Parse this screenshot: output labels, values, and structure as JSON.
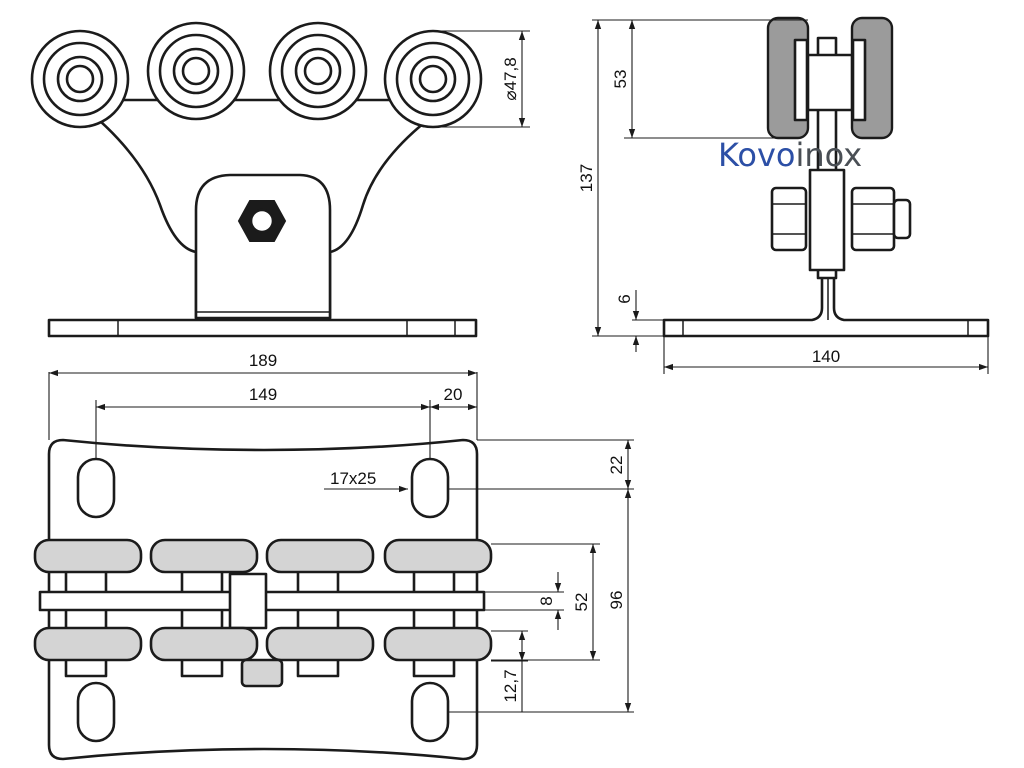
{
  "brand": {
    "part1": "Kovo",
    "part2": "inox",
    "colors": {
      "part1": "#2c4fa6",
      "part2": "#4a4f55"
    }
  },
  "dimensions": {
    "wheel_diameter": "⌀47,8",
    "wheel_height": "53",
    "total_height": "137",
    "plate_thickness": "6",
    "side_plate_width": "140",
    "plate_length": "189",
    "hole_spacing": "149",
    "hole_edge_offset": "20",
    "hole_size": "17x25",
    "hole_edge_offset_y": "22",
    "plate_width": "96",
    "wheel_track": "52",
    "rail_gap": "8",
    "wheel_width": "12,7"
  },
  "colors": {
    "line": "#1b1b1b",
    "part_fill": "#d4d4d4",
    "paper": "#ffffff"
  }
}
